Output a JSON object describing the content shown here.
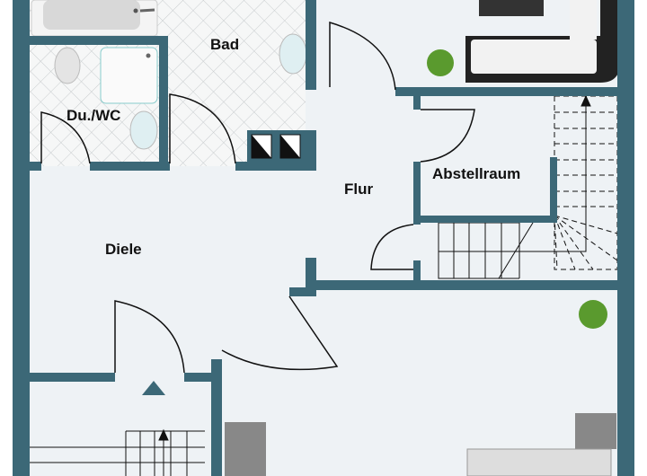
{
  "colors": {
    "wall": "#3c6877",
    "floor": "#eef2f5",
    "tile": "#f5f6f6",
    "line": "#111111",
    "plant": "#5a9a2e"
  },
  "rooms": {
    "bad": "Bad",
    "du_wc": "Du./WC",
    "flur": "Flur",
    "abstellraum": "Abstellraum",
    "diele": "Diele"
  }
}
